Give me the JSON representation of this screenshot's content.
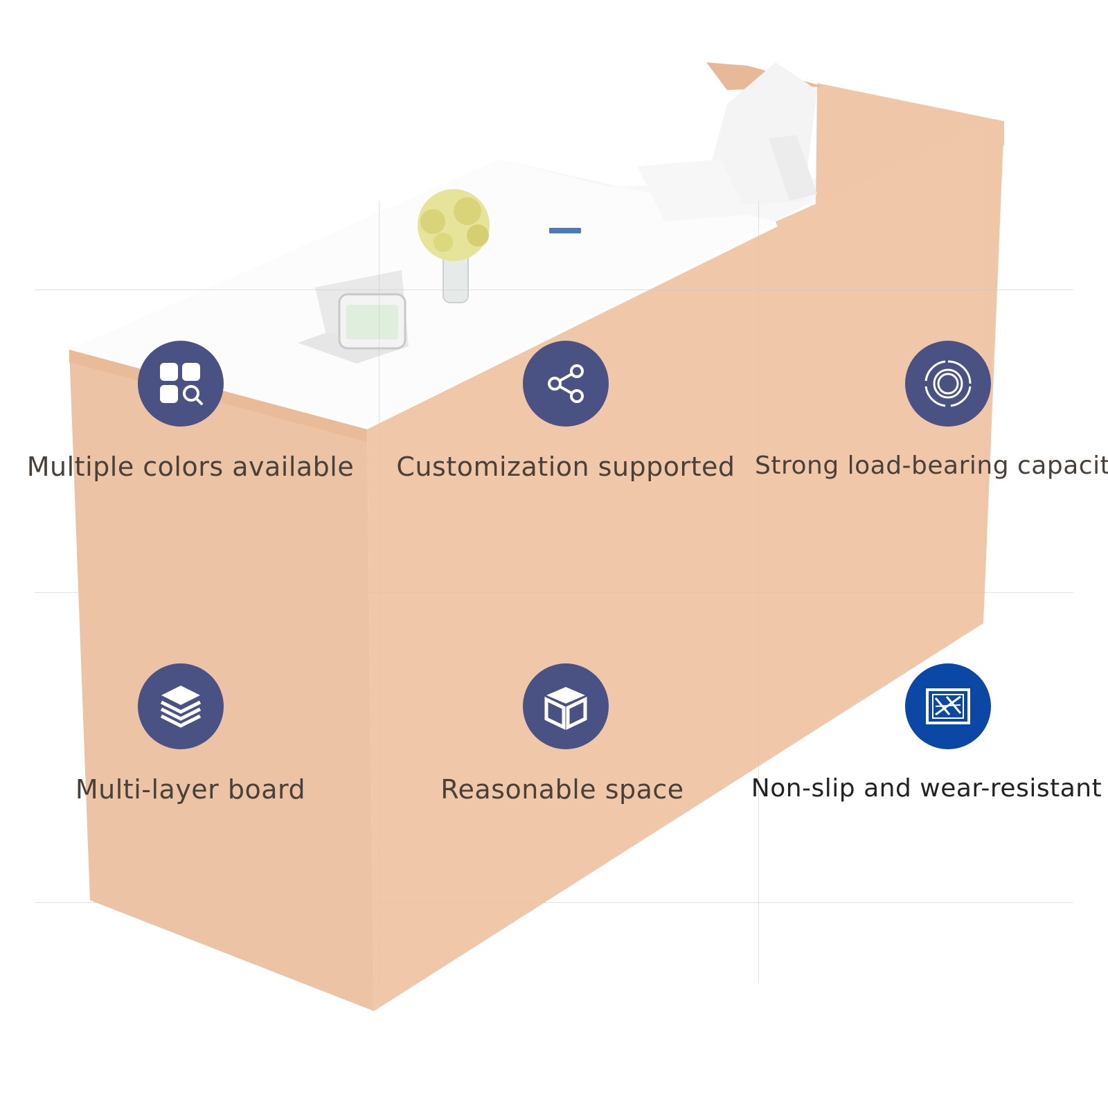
{
  "colors": {
    "icon_circle": "#4a5183",
    "icon_circle_active": "#0b47a5",
    "label_text": "#4a4038",
    "label_text_active": "#222222",
    "accent_dash": "#4a78c2",
    "desk_front": "#ecc3a5",
    "desk_side": "#f0c8a9",
    "desk_top": "#fcfcfc"
  },
  "features": [
    {
      "label": "Multiple colors available",
      "icon": "grid-search-icon"
    },
    {
      "label": "Customization supported",
      "icon": "share-icon"
    },
    {
      "label": "Strong load-bearing capacity",
      "icon": "concentric-circles-icon"
    },
    {
      "label": "Multi-layer board",
      "icon": "layers-icon"
    },
    {
      "label": "Reasonable space",
      "icon": "cube-icon"
    },
    {
      "label": "Non-slip and wear-resistant",
      "icon": "textured-panel-icon"
    }
  ]
}
